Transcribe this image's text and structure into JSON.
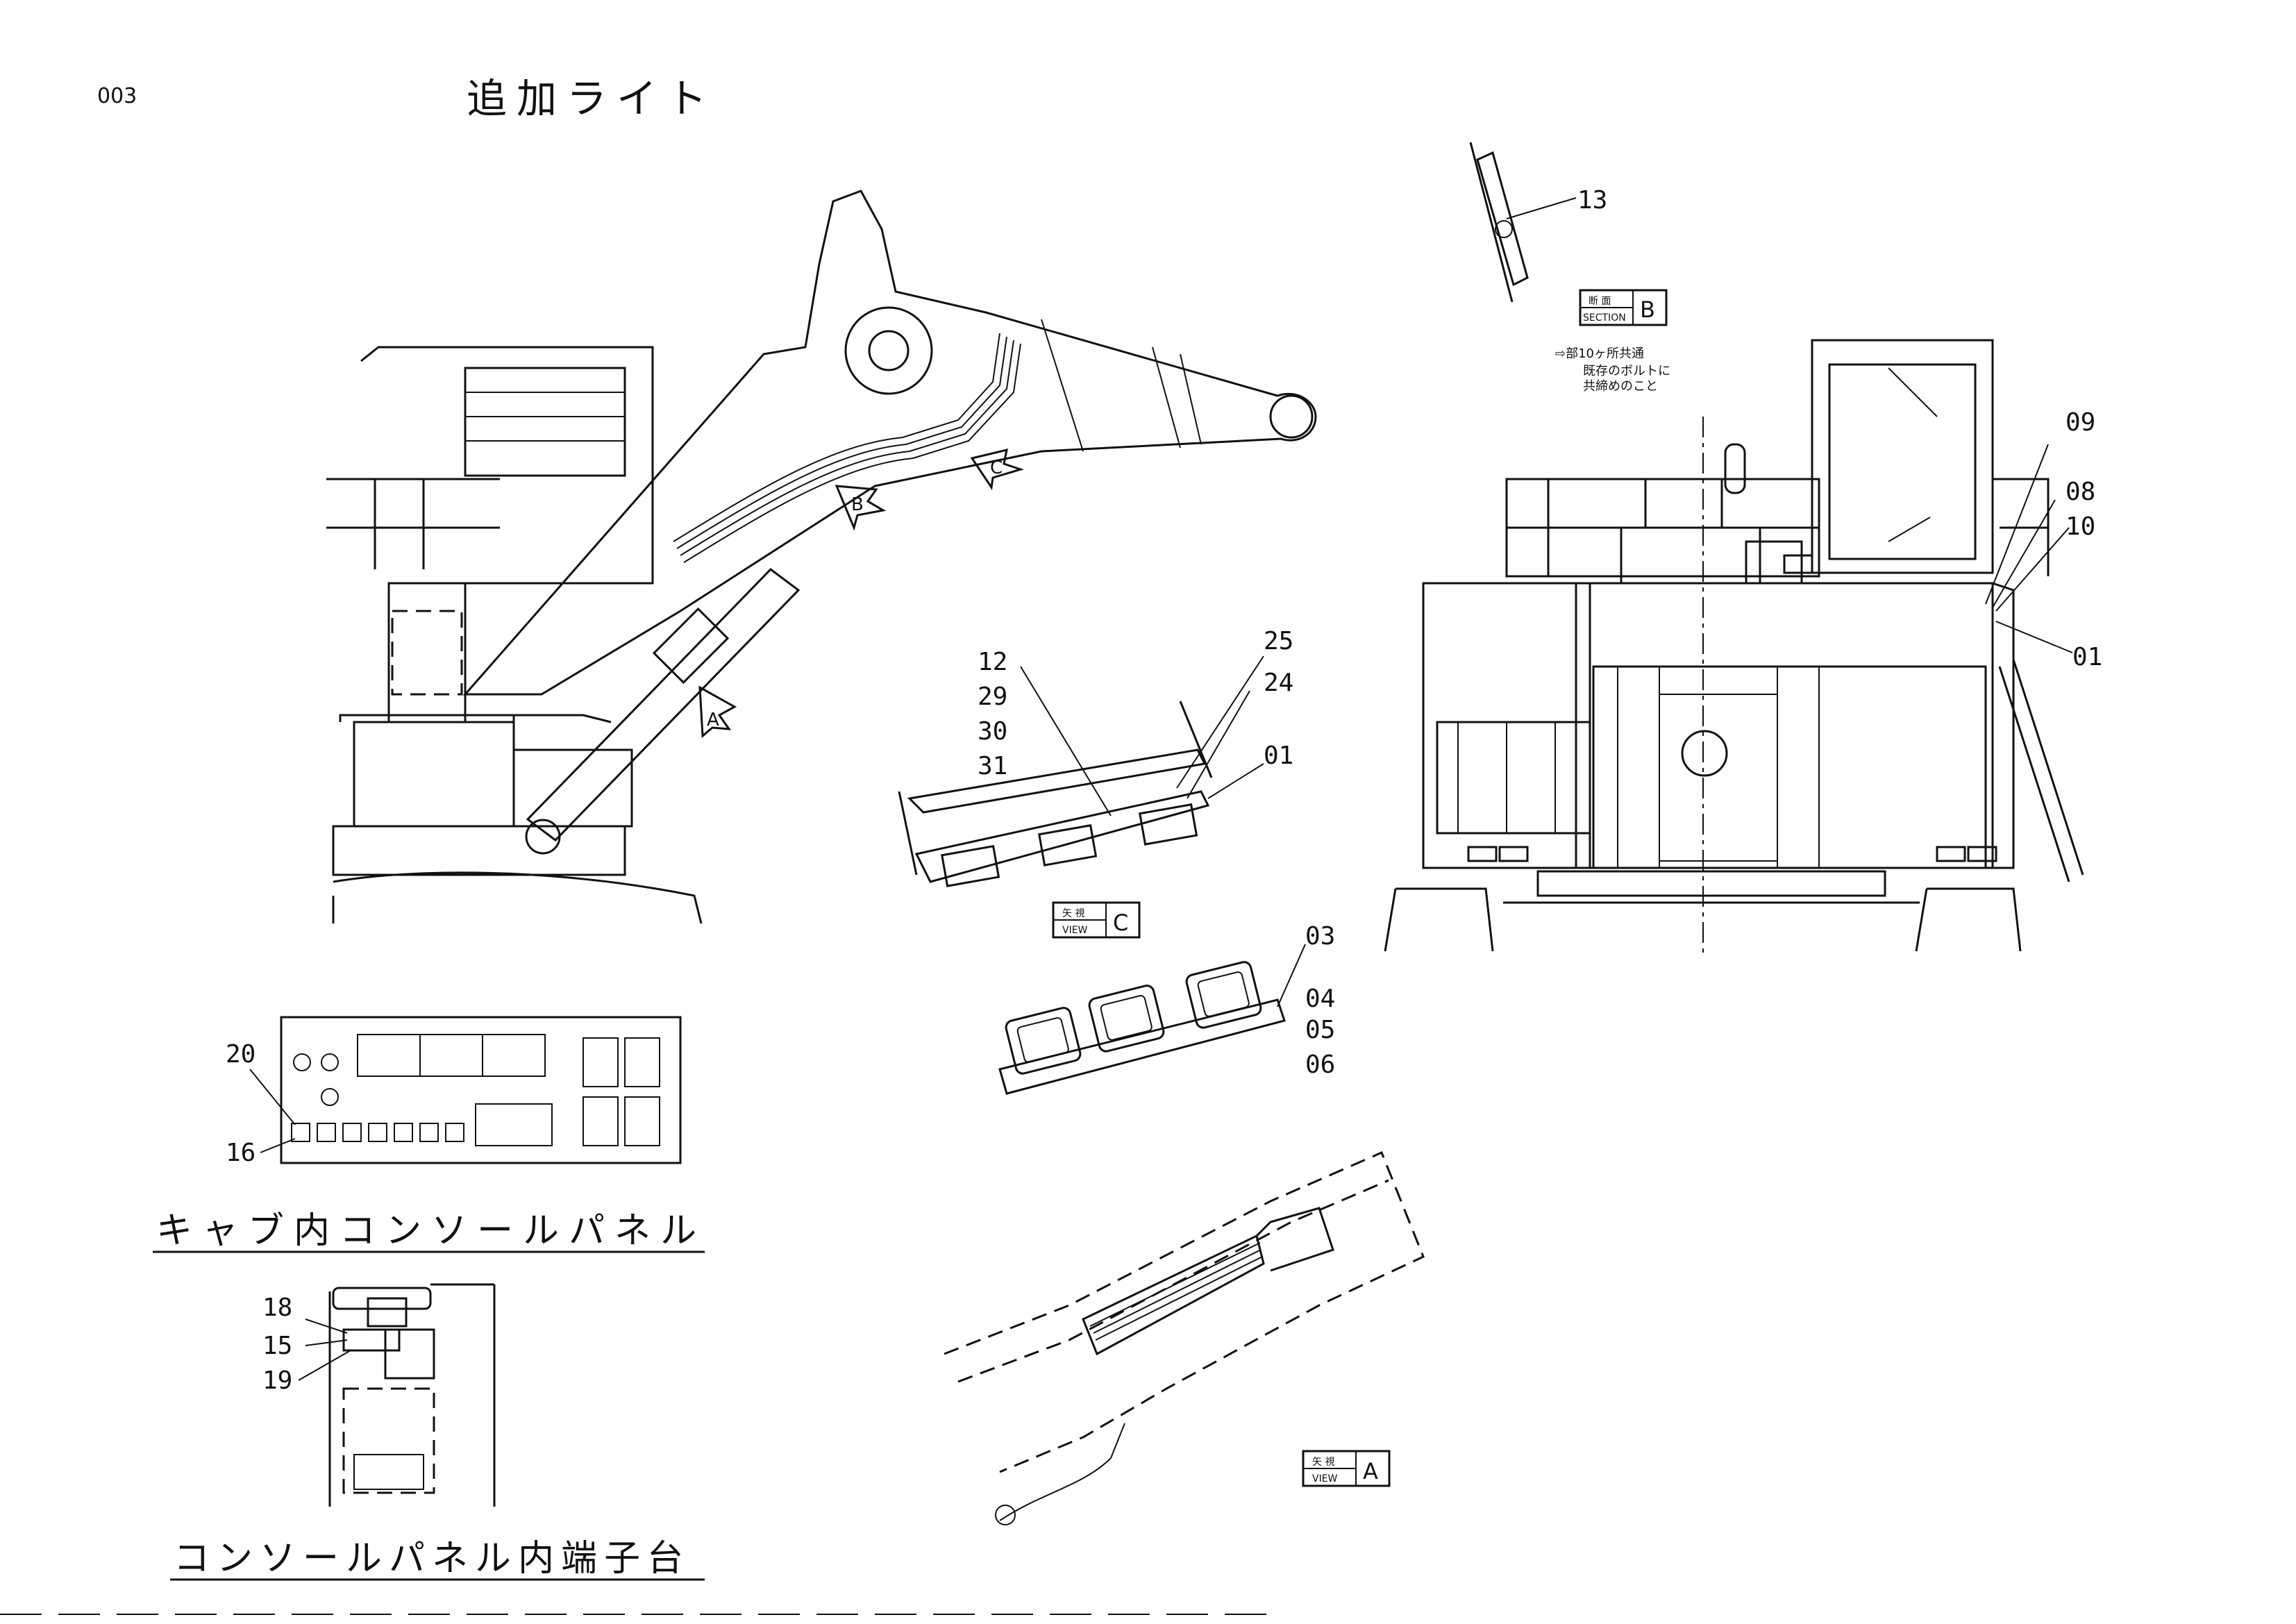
{
  "sheet": {
    "page_no": "003",
    "title": "追加ライト"
  },
  "captions": {
    "console_panel": "キャブ内コンソールパネル",
    "terminal_block": "コンソールパネル内端子台"
  },
  "views": {
    "section_b": {
      "top": "断 面",
      "bottom": "SECTION",
      "letter": "B"
    },
    "view_c": {
      "top": "矢 視",
      "bottom": "VIEW",
      "letter": "C"
    },
    "view_a": {
      "top": "矢 視",
      "bottom": "VIEW",
      "letter": "A"
    }
  },
  "note_b": [
    "⇨部10ヶ所共通",
    "既存のボルトに",
    "共締めのこと"
  ],
  "arrows": {
    "a": "A",
    "b": "B",
    "c": "C"
  },
  "labels": {
    "n13": "13",
    "n09": "09",
    "n08": "08",
    "n10": "10",
    "n01_right": "01",
    "n12": "12",
    "n29": "29",
    "n30": "30",
    "n31": "31",
    "n25": "25",
    "n24": "24",
    "n01_c": "01",
    "n03": "03",
    "n04": "04",
    "n05": "05",
    "n06": "06",
    "n20": "20",
    "n16": "16",
    "n18": "18",
    "n15": "15",
    "n19": "19"
  },
  "colors": {
    "ink": "#111111",
    "paper": "#ffffff"
  }
}
